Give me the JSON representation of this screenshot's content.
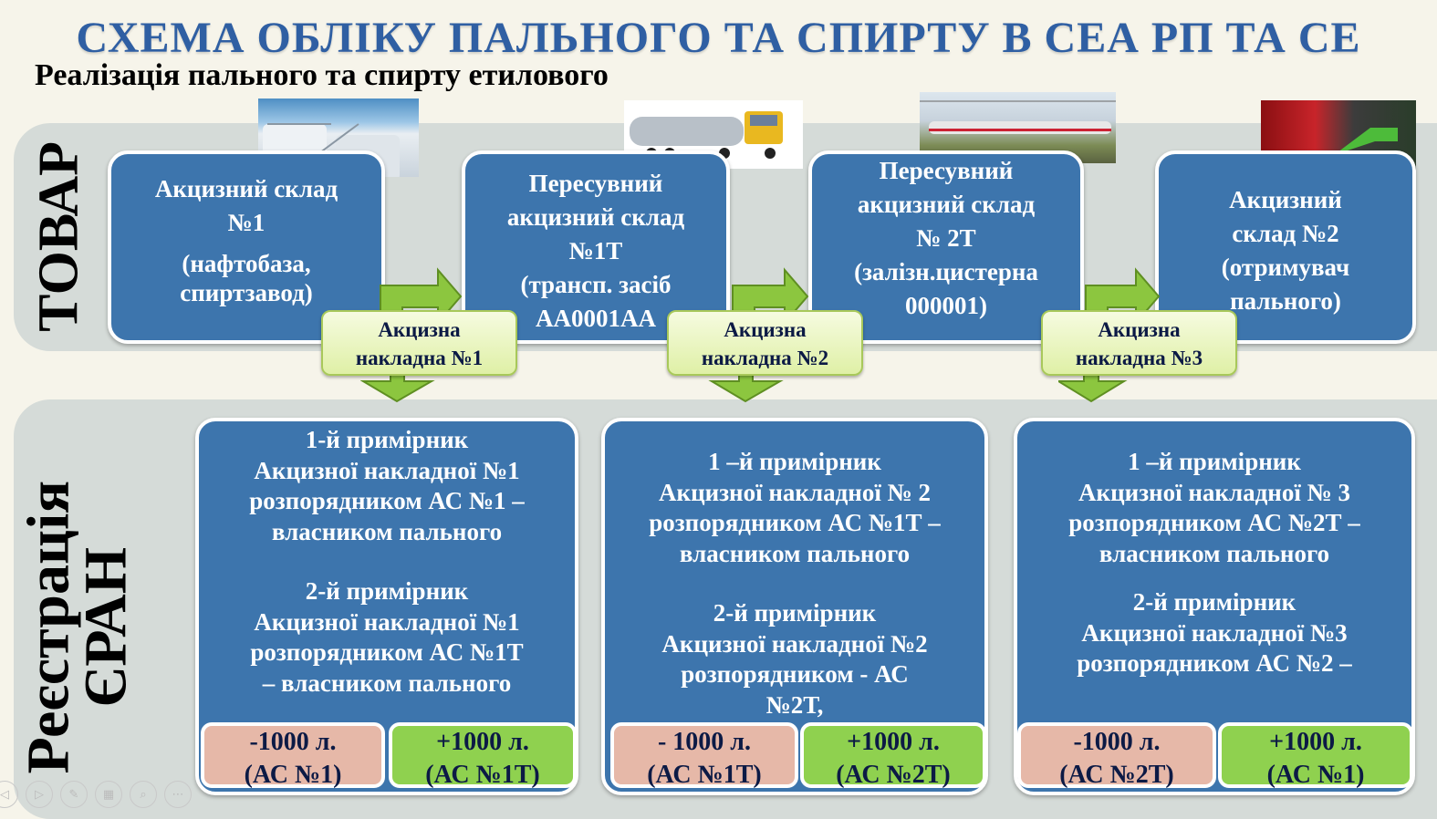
{
  "title": "СХЕМА ОБЛІКУ ПАЛЬНОГО ТА СПИРТУ В СЕА РП ТА СЕ",
  "subtitle": "Реалізація пального та спирту етилового",
  "section_goods": "ТОВАР",
  "section_reg": [
    "Реєстрація",
    "ЄРАН"
  ],
  "warehouses": [
    {
      "lines": [
        "Акцизний склад",
        "№1",
        "(нафтобаза,",
        "спиртзавод)"
      ]
    },
    {
      "lines": [
        "Пересувний",
        "акцизний склад",
        "№1Т",
        "(трансп.  засіб",
        "АА0001АА"
      ]
    },
    {
      "lines": [
        "Пересувний",
        "акцизний склад",
        "№ 2Т",
        "(залізн.цистерна",
        "000001)"
      ]
    },
    {
      "lines": [
        "Акцизний",
        "склад №2",
        "(отримувач",
        "пального)"
      ]
    }
  ],
  "invoices": [
    {
      "lines": [
        "Акцизна",
        "накладна №1"
      ]
    },
    {
      "lines": [
        "Акцизна",
        "накладна №2"
      ]
    },
    {
      "lines": [
        "Акцизна",
        "накладна №3"
      ]
    }
  ],
  "registrations": [
    {
      "first": [
        "1-й примірник",
        "Акцизної накладної  №1",
        "розпорядником АС №1 –",
        "власником пального"
      ],
      "second": [
        "2-й примірник",
        "Акцизної накладної  №1",
        "розпорядником АС №1Т",
        "– власником пального"
      ],
      "minus": [
        "-1000 л.",
        "(АС №1)"
      ],
      "plus": [
        "+1000 л.",
        "(АС №1Т)"
      ]
    },
    {
      "first": [
        "1 –й примірник",
        "Акцизної накладної № 2",
        "розпорядником АС №1Т –",
        "власником пального"
      ],
      "second": [
        "2-й примірник",
        "Акцизної накладної  №2",
        "розпорядником  -  АС",
        "№2Т,"
      ],
      "minus": [
        "- 1000 л.",
        "(АС №1Т)"
      ],
      "plus": [
        "+1000 л.",
        "(АС №2Т)"
      ]
    },
    {
      "first": [
        "1 –й примірник",
        "Акцизної накладної № 3",
        "розпорядником АС №2Т –",
        "власником пального"
      ],
      "second": [
        "2-й примірник",
        "Акцизної накладної  №3",
        "розпорядником АС №2 –"
      ],
      "minus": [
        "-1000 л.",
        "(АС №2Т)"
      ],
      "plus": [
        "+1000 л.",
        "(АС №1)"
      ]
    }
  ],
  "colors": {
    "box": "#3d75ad",
    "title": "#2f5fa3",
    "minus": "#e6b8a8",
    "plus": "#8fd14f"
  }
}
